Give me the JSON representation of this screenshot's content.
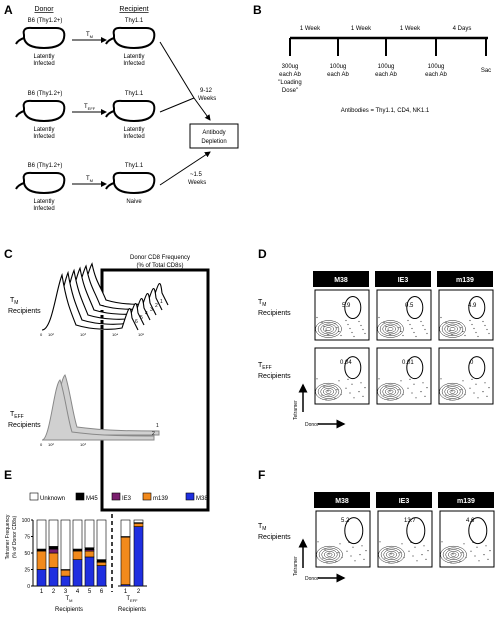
{
  "panel_a": {
    "letter": "A",
    "donor_header": "Donor",
    "recipient_header": "Recipient",
    "rows": [
      {
        "donor_strain": "B6 (Thy1.2+)",
        "donor_status": "Latently Infected",
        "transfer_main": "T",
        "transfer_sub": "M",
        "recipient_strain": "Thy1.1",
        "recipient_status": "Latently Infected"
      },
      {
        "donor_strain": "B6 (Thy1.2+)",
        "donor_status": "Latently Infected",
        "transfer_main": "T",
        "transfer_sub": "EFF",
        "recipient_strain": "Thy1.1",
        "recipient_status": "Latently Infected"
      },
      {
        "donor_strain": "B6 (Thy1.2+)",
        "donor_status": "Latently Infected",
        "transfer_main": "T",
        "transfer_sub": "M",
        "recipient_strain": "Thy1.1",
        "recipient_status": "Naive"
      }
    ],
    "weeks_upper": [
      "9-12",
      "Weeks"
    ],
    "weeks_lower": [
      "~1.5",
      "Weeks"
    ],
    "depletion_box": [
      "Antibody",
      "Depletion"
    ]
  },
  "panel_b": {
    "letter": "B",
    "intervals": [
      "1 Week",
      "1 Week",
      "1 Week",
      "4 Days"
    ],
    "doses": [
      [
        "300ug",
        "each Ab",
        "\"Loading",
        "Dose\""
      ],
      [
        "100ug",
        "each Ab"
      ],
      [
        "100ug",
        "each Ab"
      ],
      [
        "100ug",
        "each Ab"
      ],
      [
        "Sac"
      ]
    ],
    "antibodies": "Antibodies = Thy1.1, CD4, NK1.1"
  },
  "panel_c": {
    "letter": "C",
    "gate_title": [
      "Donor CD8 Frequency",
      "(% of Total CD8s)"
    ],
    "tm_label_main": "T",
    "tm_label_sub": "M",
    "teff_label_main": "T",
    "teff_label_sub": "EFF",
    "recipients_word": "Recipients",
    "tm_peak_numbers": [
      "1",
      "2",
      "3",
      "4",
      "5",
      "6"
    ],
    "teff_peak_numbers": [
      "1",
      "2"
    ],
    "axis_ticks": [
      "0",
      "10²",
      "10³",
      "10⁴",
      "10⁵"
    ]
  },
  "panel_d": {
    "letter": "D",
    "columns": [
      "M38",
      "IE3",
      "m139"
    ],
    "tm_label_main": "T",
    "tm_label_sub": "M",
    "teff_label_main": "T",
    "teff_label_sub": "EFF",
    "recipients_word": "Recipients",
    "tm_values": [
      "5.9",
      "0.5",
      "4.9"
    ],
    "teff_values": [
      "0.04",
      "0.01",
      "0"
    ],
    "y_axis": "Tetramer",
    "x_axis": "Donor"
  },
  "panel_e": {
    "letter": "E",
    "legend": [
      {
        "name": "Unknown",
        "color": "#ffffff"
      },
      {
        "name": "M45",
        "color": "#000000"
      },
      {
        "name": "IE3",
        "color": "#7a1f6e"
      },
      {
        "name": "m139",
        "color": "#f28a1c"
      },
      {
        "name": "M38",
        "color": "#1f2fe0"
      }
    ],
    "ylabel": [
      "Tetramer Frequency",
      "(% of Donor CD8s)"
    ],
    "yticks": [
      "0",
      "25",
      "50",
      "75",
      "100"
    ],
    "tm_categories": [
      "1",
      "2",
      "3",
      "4",
      "5",
      "6"
    ],
    "teff_categories": [
      "1",
      "2"
    ],
    "xlabel_tm_main": "T",
    "xlabel_tm_sub": "M",
    "xlabel_teff_main": "T",
    "xlabel_teff_sub": "EFF",
    "recipients_word": "Recipients"
  },
  "panel_f": {
    "letter": "F",
    "columns": [
      "M38",
      "IE3",
      "m139"
    ],
    "tm_label_main": "T",
    "tm_label_sub": "M",
    "recipients_word": "Recipients",
    "values": [
      "5.2",
      "13.7",
      "4.6"
    ],
    "y_axis": "Tetramer",
    "x_axis": "Donor"
  },
  "chart_data": {
    "type": "bar",
    "stacked": true,
    "ylim": [
      0,
      100
    ],
    "groups": [
      {
        "categories": [
          "1",
          "2",
          "3",
          "4",
          "5",
          "6"
        ],
        "series": [
          {
            "name": "M38",
            "values": [
              25,
              28,
              15,
              40,
              44,
              31
            ]
          },
          {
            "name": "m139",
            "values": [
              28,
              22,
              9,
              13,
              9,
              5
            ]
          },
          {
            "name": "IE3",
            "values": [
              0,
              6,
              0,
              0,
              2,
              1
            ]
          },
          {
            "name": "M45",
            "values": [
              3,
              4,
              1,
              3,
              3,
              3
            ]
          },
          {
            "name": "Unknown",
            "values": [
              44,
              40,
              75,
              44,
              42,
              60
            ]
          }
        ]
      },
      {
        "categories": [
          "1",
          "2"
        ],
        "series": [
          {
            "name": "M38",
            "values": [
              2,
              90
            ]
          },
          {
            "name": "m139",
            "values": [
              72,
              5
            ]
          },
          {
            "name": "IE3",
            "values": [
              0,
              0
            ]
          },
          {
            "name": "M45",
            "values": [
              1,
              1
            ]
          },
          {
            "name": "Unknown",
            "values": [
              25,
              4
            ]
          }
        ]
      }
    ]
  }
}
